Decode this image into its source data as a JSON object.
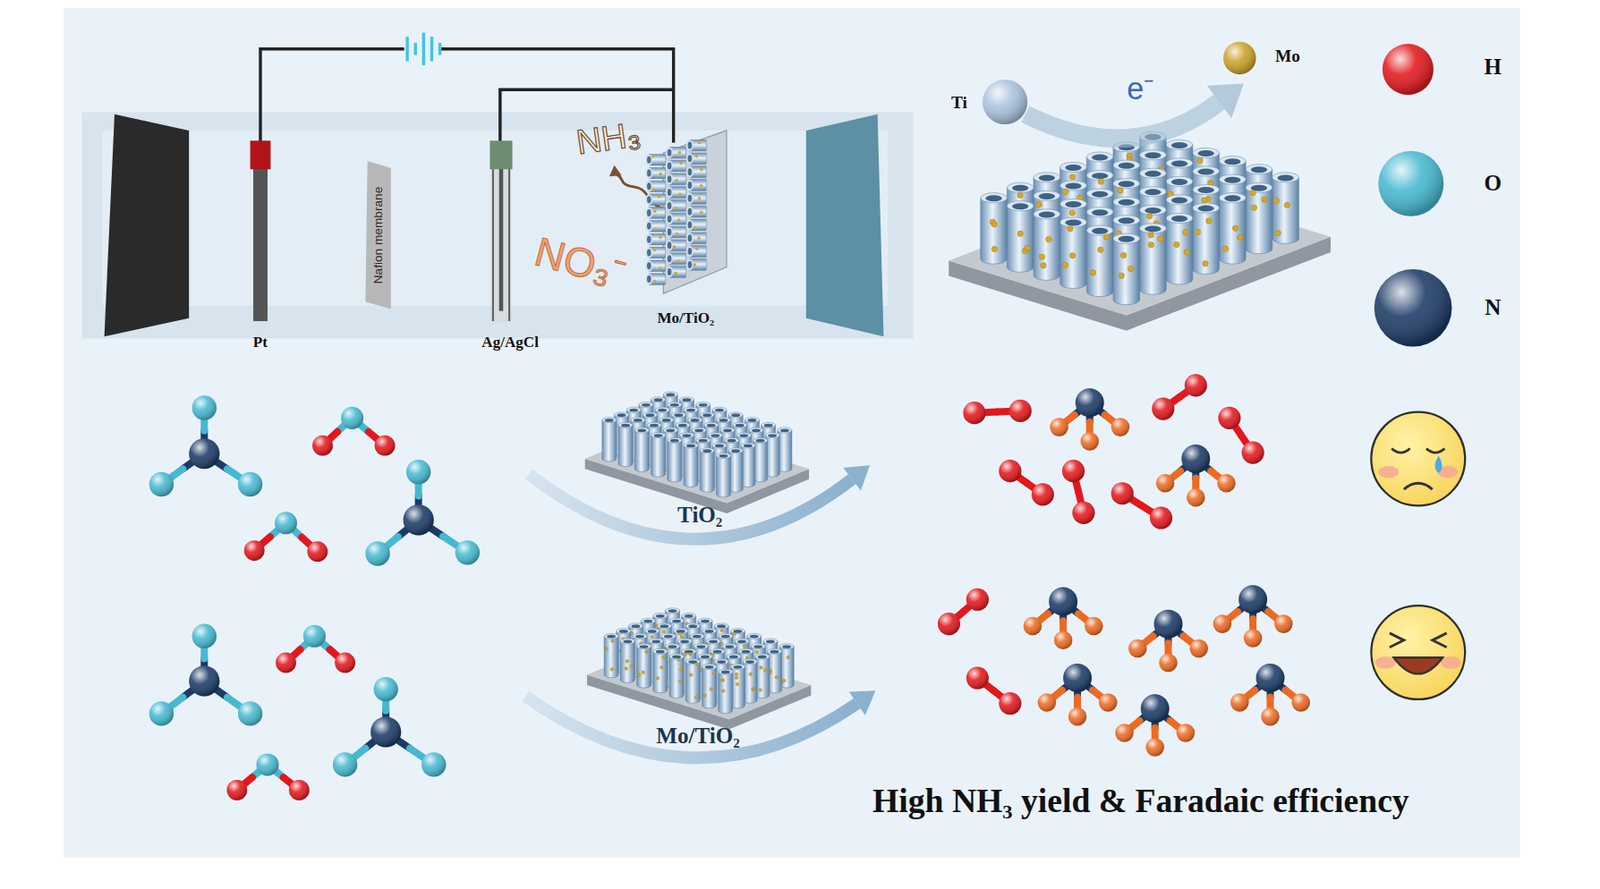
{
  "diagram": {
    "labels": [
      "NH₃",
      "NO₃⁻",
      "Nafion membrane",
      "Pt",
      "Ag/AgCl",
      "Mo/TiO₂",
      "Ti",
      "e⁻",
      "Mo",
      "TiO₂",
      "Mo/TiO₂",
      "High NH₃ yield & Faradaic efficiency"
    ],
    "legend": [
      {
        "text": "H",
        "color": "#e3171c"
      },
      {
        "text": "O",
        "color": "#45b9d1"
      },
      {
        "text": "N",
        "color": "#1b3a66"
      }
    ]
  }
}
